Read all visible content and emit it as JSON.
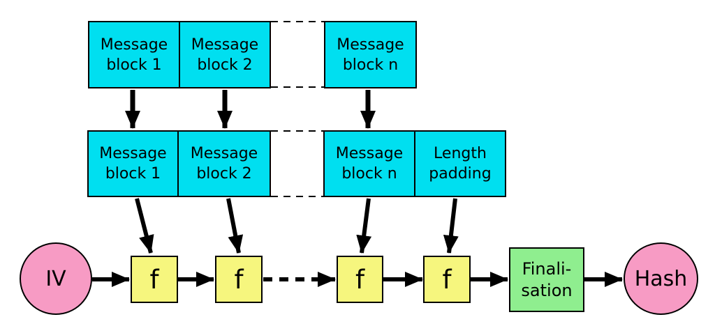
{
  "colors": {
    "block": "#00dff0",
    "function": "#f6f67e",
    "terminal": "#f79bc4",
    "finalisation": "#8fee8f",
    "stroke": "#000000"
  },
  "top_row": [
    {
      "line1": "Message",
      "line2": "block 1"
    },
    {
      "line1": "Message",
      "line2": "block 2"
    },
    {
      "line1": "Message",
      "line2": "block n"
    }
  ],
  "second_row": [
    {
      "line1": "Message",
      "line2": "block 1"
    },
    {
      "line1": "Message",
      "line2": "block 2"
    },
    {
      "line1": "Message",
      "line2": "block n"
    },
    {
      "line1": "Length",
      "line2": "padding"
    }
  ],
  "functions": [
    {
      "label": "f"
    },
    {
      "label": "f"
    },
    {
      "label": "f"
    },
    {
      "label": "f"
    }
  ],
  "iv_label": "IV",
  "finalisation": {
    "line1": "Finali-",
    "line2": "sation"
  },
  "hash_label": "Hash"
}
